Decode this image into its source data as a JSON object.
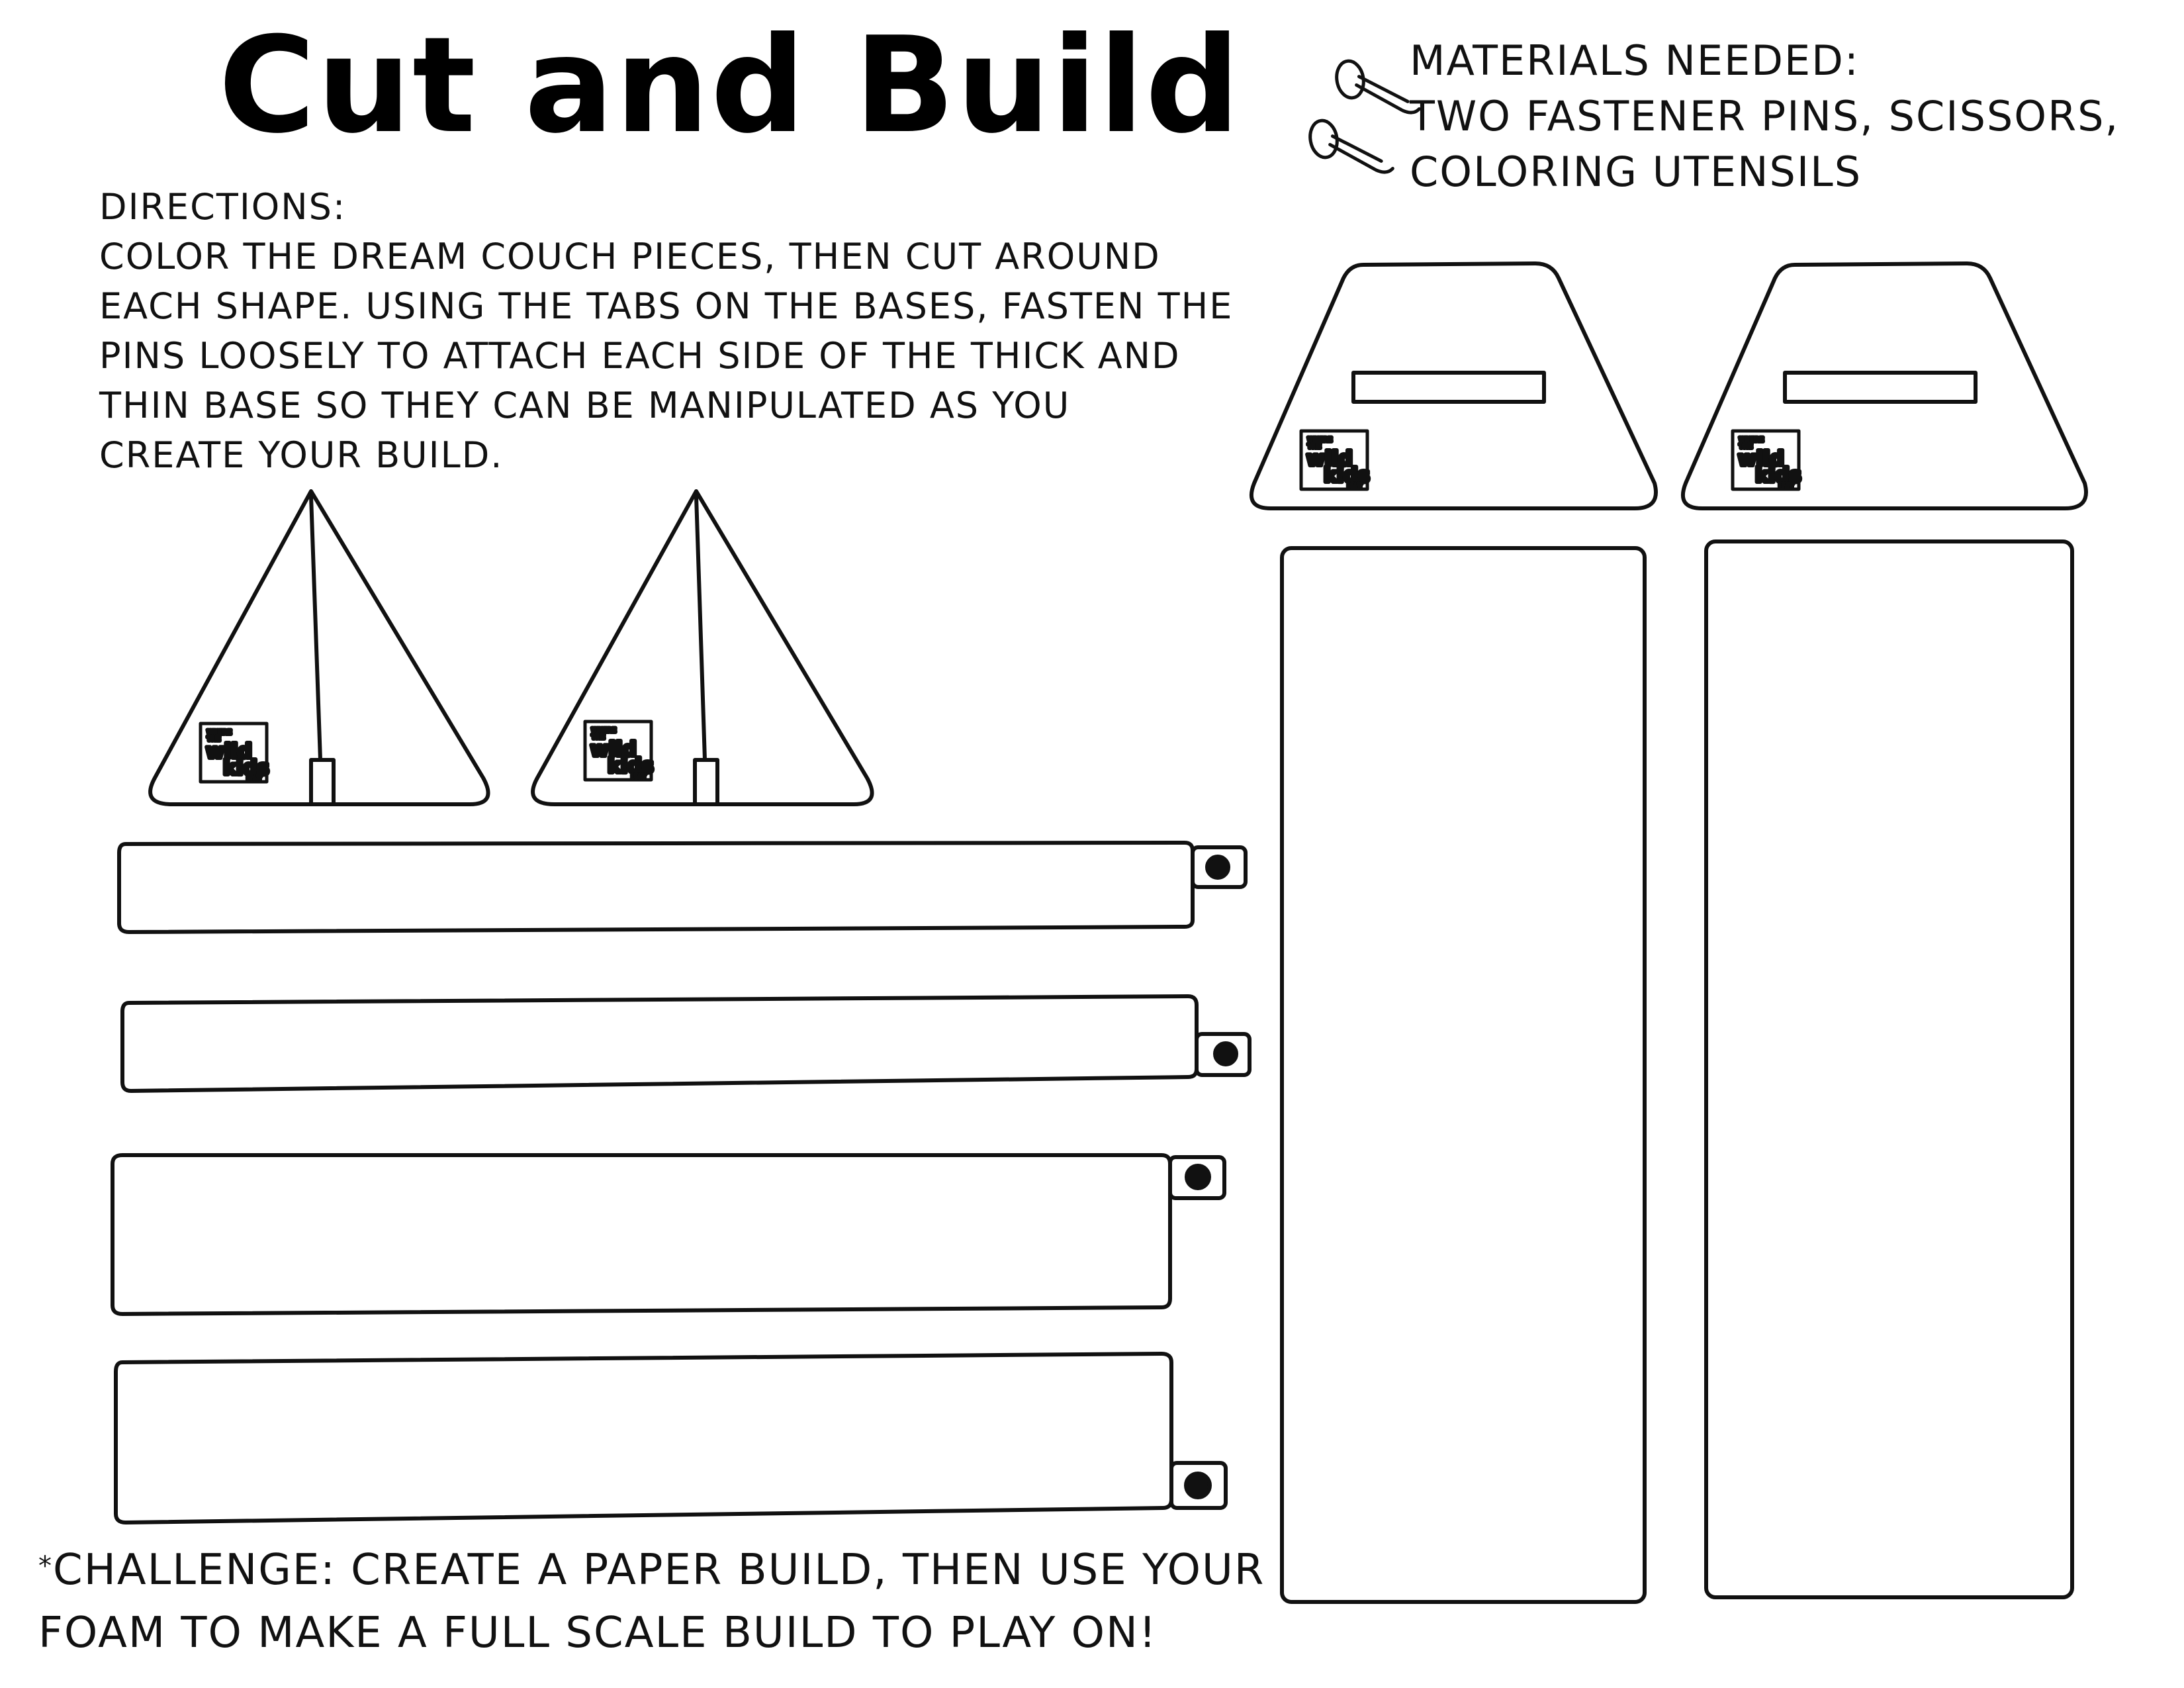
{
  "title": "Cut and Build",
  "directions": {
    "heading": "DIRECTIONS:",
    "lines": [
      "COLOR THE DREAM COUCH PIECES, THEN CUT AROUND",
      "EACH SHAPE. USING THE TABS ON THE BASES, FASTEN THE",
      "PINS LOOSELY TO ATTACH EACH SIDE OF THE THICK AND",
      "THIN BASE SO THEY CAN BE MANIPULATED AS YOU",
      "CREATE YOUR BUILD."
    ]
  },
  "materials": {
    "lines": [
      "MATERIALS NEEDED:",
      "TWO FASTENER PINS, SCISSORS,",
      "COLORING UTENSILS"
    ]
  },
  "challenge": {
    "asterisk": "*",
    "line1": "CHALLENGE: CREATE A PAPER BUILD, THEN USE YOUR",
    "line2": "FOAM TO MAKE A FULL SCALE BUILD TO PLAY ON!"
  },
  "logo": {
    "top": "WHERE",
    "the": "THE",
    "wild": "wild",
    "kids": "kids",
    "play": "PLAY"
  },
  "colors": {
    "ink": "#111111",
    "paper": "#ffffff"
  },
  "icons": [
    "fastener-pin-icon",
    "fastener-pin-icon"
  ]
}
